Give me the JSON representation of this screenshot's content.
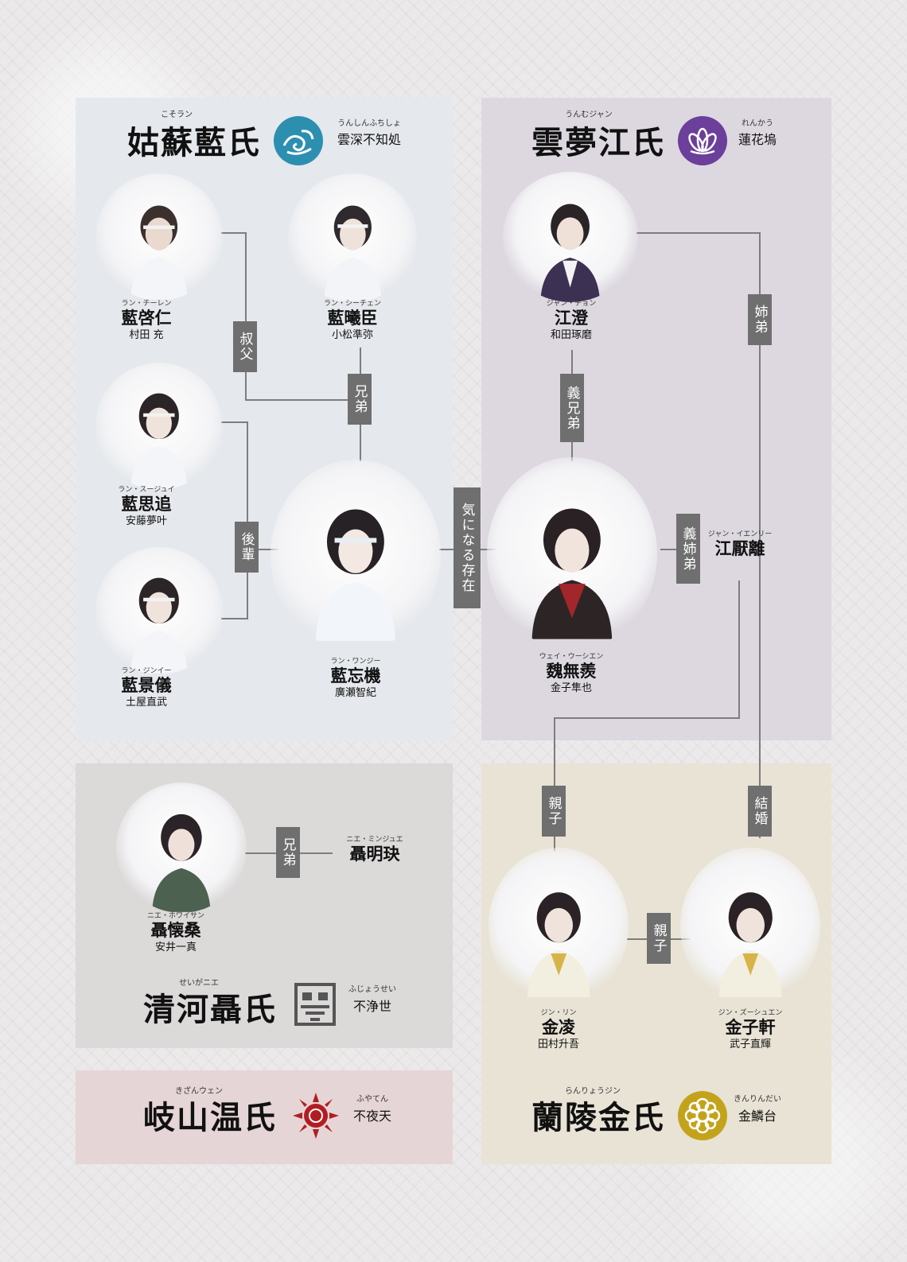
{
  "colors": {
    "lan_emblem": "#2d8fb0",
    "jiang_emblem": "#6b3f9a",
    "nie_emblem": "#555555",
    "wen_emblem": "#b01e22",
    "jin_emblem": "#c4a31c",
    "relation_label_bg": "#6f6f6f",
    "line": "#7d7d7d"
  },
  "clans": {
    "gusu": {
      "name": "姑蘇藍氏",
      "name_ruby": "こそラン",
      "place": "雲深不知処",
      "place_ruby": "うんしんふちしょ",
      "emblem": "wave-cloud-icon"
    },
    "yunmeng": {
      "name": "雲夢江氏",
      "name_ruby": "うんむジャン",
      "place": "蓮花塢",
      "place_ruby": "れんかう",
      "emblem": "lotus-icon"
    },
    "qinghe": {
      "name": "清河聶氏",
      "name_ruby": "せいがニエ",
      "place": "不浄世",
      "place_ruby": "ふじょうせい",
      "emblem": "beast-mask-icon"
    },
    "qishan": {
      "name": "岐山温氏",
      "name_ruby": "きざんウェン",
      "place": "不夜天",
      "place_ruby": "ふやてん",
      "emblem": "sun-icon"
    },
    "lanling": {
      "name": "蘭陵金氏",
      "name_ruby": "らんりょうジン",
      "place": "金鱗台",
      "place_ruby": "きんりんだい",
      "emblem": "peony-icon"
    }
  },
  "characters": {
    "lan_qiren": {
      "kana": "ラン・チーレン",
      "name": "藍啓仁",
      "actor": "村田 充"
    },
    "lan_xichen": {
      "kana": "ラン・シーチェン",
      "name": "藍曦臣",
      "actor": "小松準弥"
    },
    "lan_sizhui": {
      "kana": "ラン・スージュイ",
      "name": "藍思追",
      "actor": "安藤夢叶"
    },
    "lan_jingyi": {
      "kana": "ラン・ジンイー",
      "name": "藍景儀",
      "actor": "土屋直武"
    },
    "lan_wangji": {
      "kana": "ラン・ワンジー",
      "name": "藍忘機",
      "actor": "廣瀬智紀"
    },
    "jiang_cheng": {
      "kana": "ジャン・チョン",
      "name": "江澄",
      "actor": "和田琢磨"
    },
    "wei_wuxian": {
      "kana": "ウェイ・ウーシエン",
      "name": "魏無羨",
      "actor": "金子隼也"
    },
    "jiang_yanli": {
      "kana": "ジャン・イエンリー",
      "name": "江厭離"
    },
    "nie_huaisang": {
      "kana": "ニエ・ホワイサン",
      "name": "聶懐桑",
      "actor": "安井一真"
    },
    "nie_mingjue": {
      "kana": "ニエ・ミンジュエ",
      "name": "聶明玦"
    },
    "jin_ling": {
      "kana": "ジン・リン",
      "name": "金凌",
      "actor": "田村升吾"
    },
    "jin_zixuan": {
      "kana": "ジン・ズーシュエン",
      "name": "金子軒",
      "actor": "武子直輝"
    }
  },
  "relations": {
    "uncle": "叔父",
    "brothers": "兄弟",
    "juniors": "後輩",
    "sworn_brothers": "義兄弟",
    "siblings": "姉弟",
    "interest": "気になる存在",
    "in_law_siblings": "義姉弟",
    "parent_child_1": "親子",
    "marriage": "結婚",
    "parent_child_2": "親子",
    "nie_brothers": "兄弟"
  }
}
